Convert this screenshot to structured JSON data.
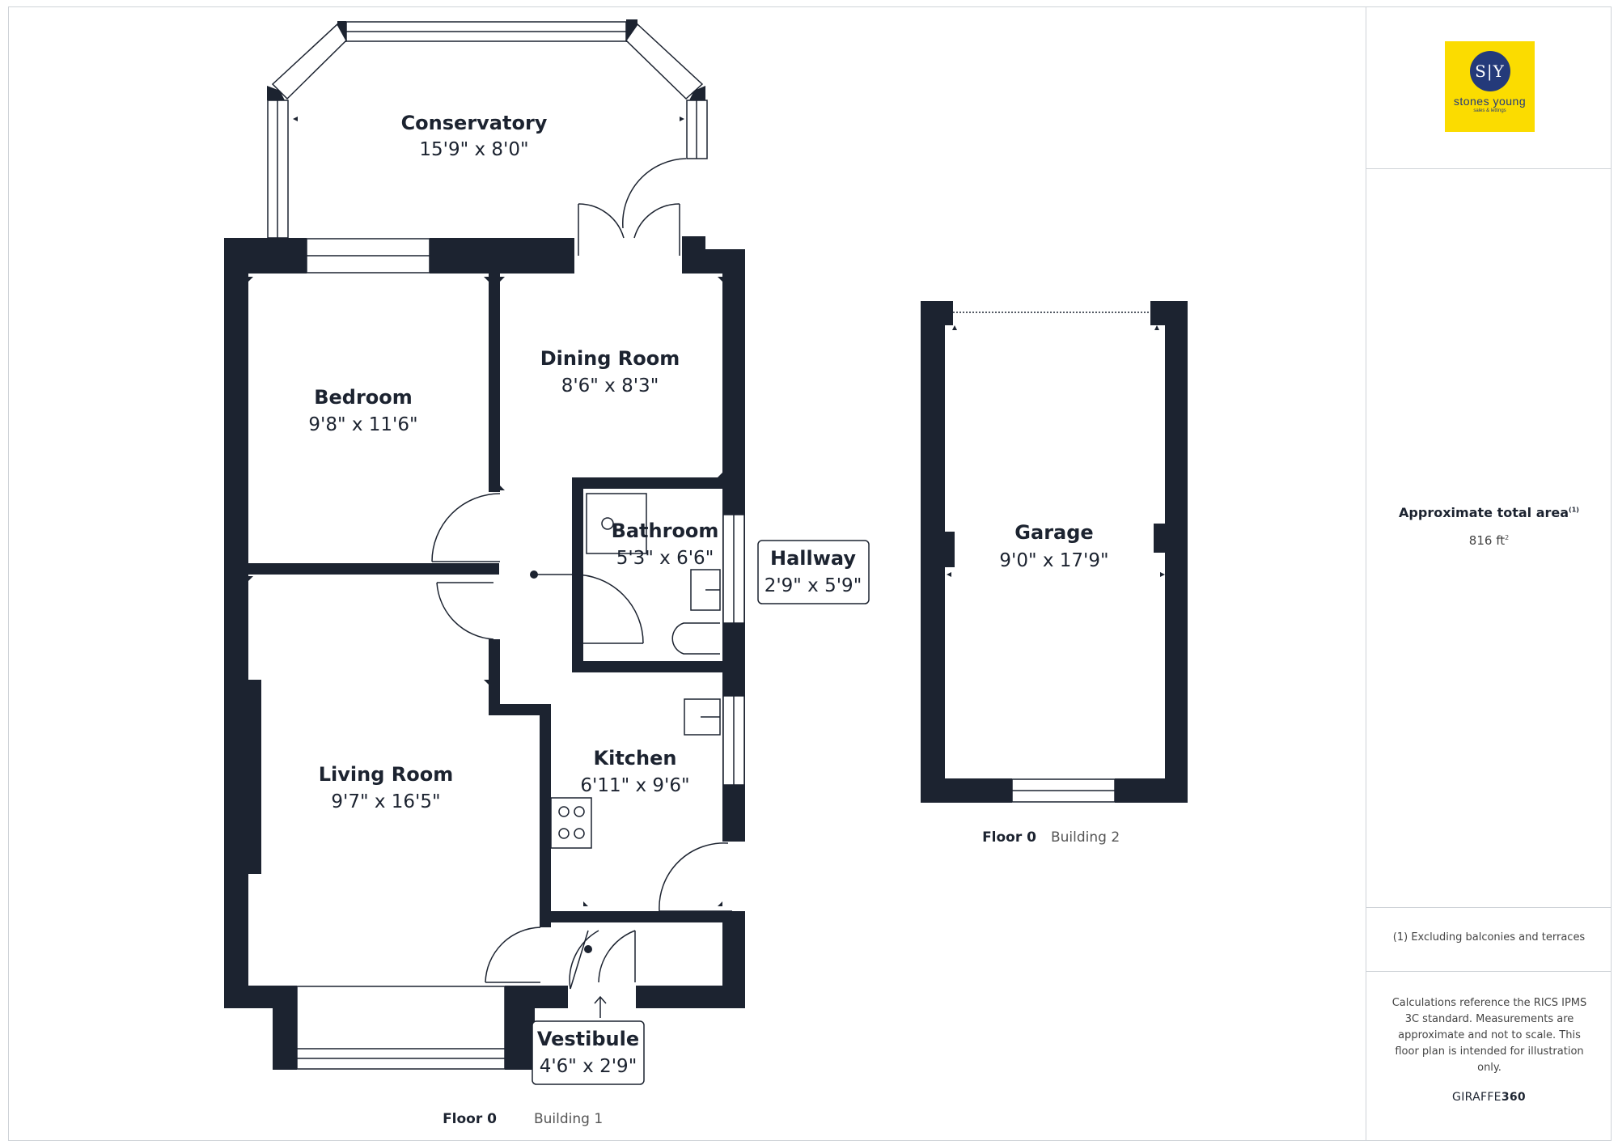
{
  "rooms": {
    "conservatory": {
      "name": "Conservatory",
      "dims": "15'9\" x 8'0\""
    },
    "bedroom": {
      "name": "Bedroom",
      "dims": "9'8\" x 11'6\""
    },
    "dining_room": {
      "name": "Dining Room",
      "dims": "8'6\" x 8'3\""
    },
    "bathroom": {
      "name": "Bathroom",
      "dims": "5'3\" x 6'6\""
    },
    "hallway": {
      "name": "Hallway",
      "dims": "2'9\" x 5'9\""
    },
    "living_room": {
      "name": "Living Room",
      "dims": "9'7\" x 16'5\""
    },
    "kitchen": {
      "name": "Kitchen",
      "dims": "6'11\" x 9'6\""
    },
    "vestibule": {
      "name": "Vestibule",
      "dims": "4'6\" x 2'9\""
    },
    "garage": {
      "name": "Garage",
      "dims": "9'0\" x 17'9\""
    }
  },
  "floors": {
    "building1": {
      "floor": "Floor 0",
      "building": "Building 1"
    },
    "building2": {
      "floor": "Floor 0",
      "building": "Building 2"
    }
  },
  "sidebar": {
    "logo_initials": "S|Y",
    "logo_brand": "stones young",
    "logo_tagline": "sales & lettings",
    "area_label": "Approximate total area",
    "area_label_note": "(1)",
    "area_value": "816 ft",
    "area_unit_sup": "2",
    "footnote": "(1) Excluding balconies and terraces",
    "disclaimer": "Calculations reference the RICS IPMS 3C standard. Measurements are approximate and not to scale. This floor plan is intended for illustration only.",
    "brand_mark_a": "GIRAFFE",
    "brand_mark_b": "360"
  },
  "colors": {
    "wall": "#1c2330",
    "logo_bg": "#fbdc00",
    "logo_ink": "#243a7a"
  }
}
